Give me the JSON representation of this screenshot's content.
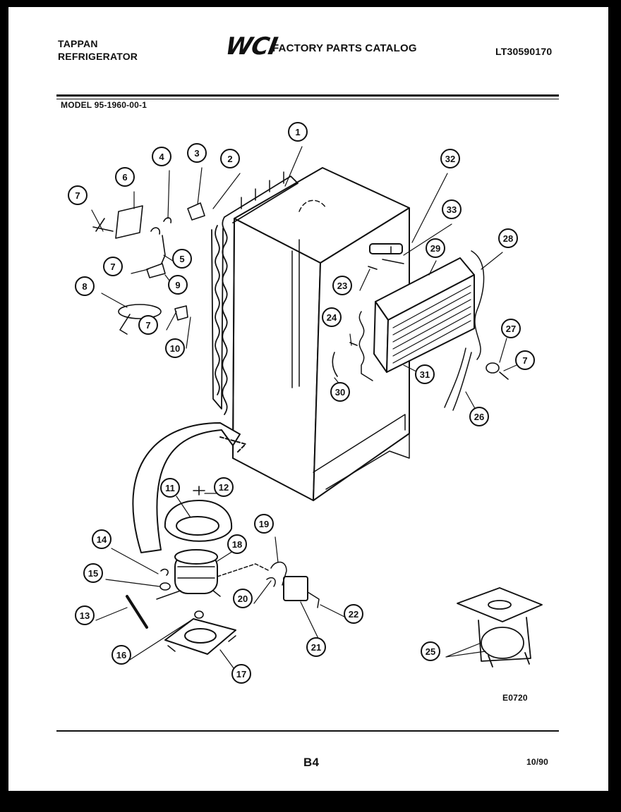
{
  "header": {
    "brand_line1": "TAPPAN",
    "brand_line2": "REFRIGERATOR",
    "logo_text": "WCI",
    "catalog_title": "FACTORY PARTS CATALOG",
    "catalog_code": "LT30590170",
    "model": "MODEL 95-1960-00-1"
  },
  "diagram": {
    "figure_code": "E0720",
    "callouts": [
      "1",
      "2",
      "3",
      "4",
      "5",
      "6",
      "7",
      "7",
      "7",
      "7",
      "8",
      "9",
      "10",
      "11",
      "12",
      "13",
      "14",
      "15",
      "16",
      "17",
      "18",
      "19",
      "20",
      "21",
      "22",
      "23",
      "24",
      "25",
      "26",
      "27",
      "28",
      "29",
      "30",
      "31",
      "32",
      "33"
    ]
  },
  "footer": {
    "page": "B4",
    "date": "10/90"
  },
  "colors": {
    "ink": "#111111",
    "paper": "#ffffff",
    "border": "#000000"
  }
}
